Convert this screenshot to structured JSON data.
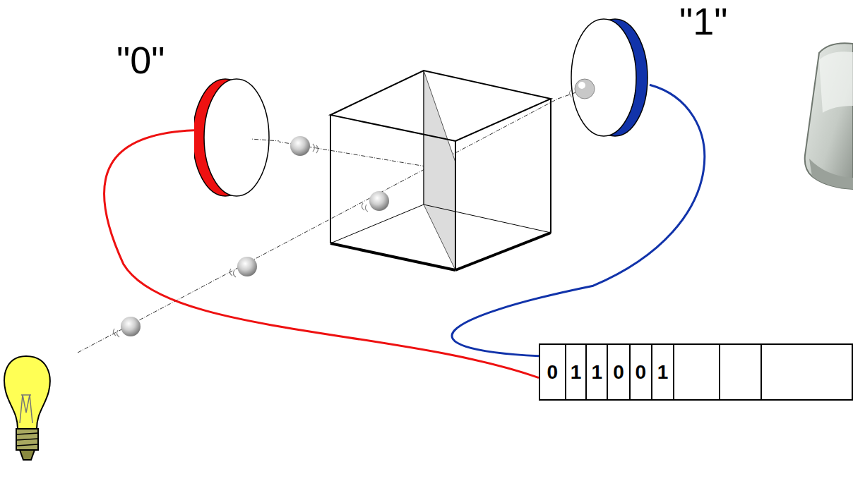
{
  "diagram": {
    "nodes": [
      {
        "text": [
          "\"0\""
        ]
      },
      {
        "text": [
          "\"1\""
        ]
      },
      {
        "text": [
          "0",
          "1",
          "1",
          "0",
          "0",
          "1"
        ]
      }
    ],
    "edges": [
      {
        "from": 0,
        "to": 2,
        "arrow": "none"
      },
      {
        "from": 1,
        "to": 2,
        "arrow": "none"
      }
    ]
  }
}
